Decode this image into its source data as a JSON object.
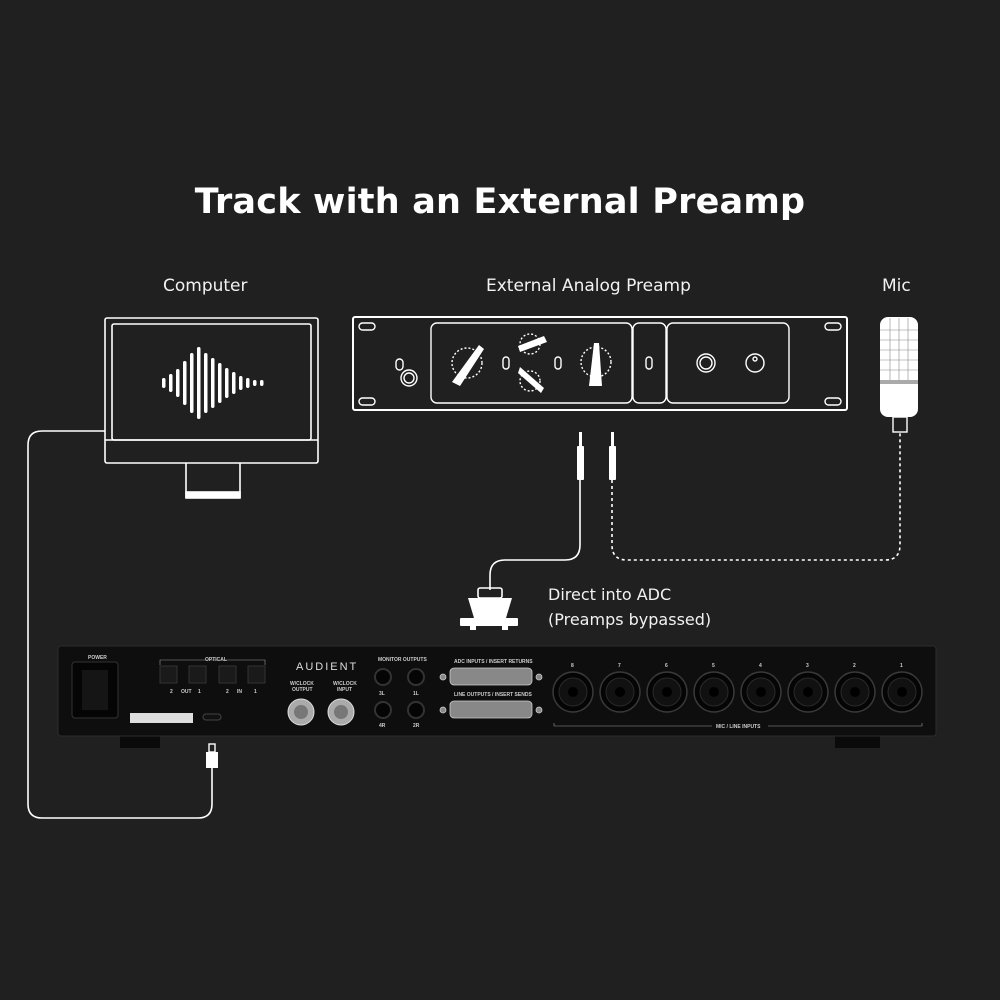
{
  "title": "Track with an External Preamp",
  "labels": {
    "computer": "Computer",
    "preamp": "External Analog Preamp",
    "mic": "Mic",
    "direct_line1": "Direct into ADC",
    "direct_line2": "(Preamps bypassed)"
  },
  "interface": {
    "brand": "AUDIENT",
    "power": "POWER",
    "optical": "OPTICAL",
    "optical_ports": [
      "2",
      "OUT",
      "1",
      "2",
      "IN",
      "1"
    ],
    "wclock_out": [
      "W/CLOCK",
      "OUTPUT"
    ],
    "wclock_in": [
      "W/CLOCK",
      "INPUT"
    ],
    "monitor_outputs": "MONITOR OUTPUTS",
    "monitor_ports": [
      "3L",
      "1L",
      "4R",
      "2R"
    ],
    "adc_inputs": "ADC INPUTS  /  INSERT RETURNS",
    "line_outputs": "LINE OUTPUTS  /  INSERT SENDS",
    "mic_line_inputs": "MIC / LINE INPUTS",
    "channel_numbers": [
      "8",
      "7",
      "6",
      "5",
      "4",
      "3",
      "2",
      "1"
    ]
  },
  "colors": {
    "background": "#202020",
    "line": "#ffffff",
    "panel": "#0e0e0e"
  }
}
